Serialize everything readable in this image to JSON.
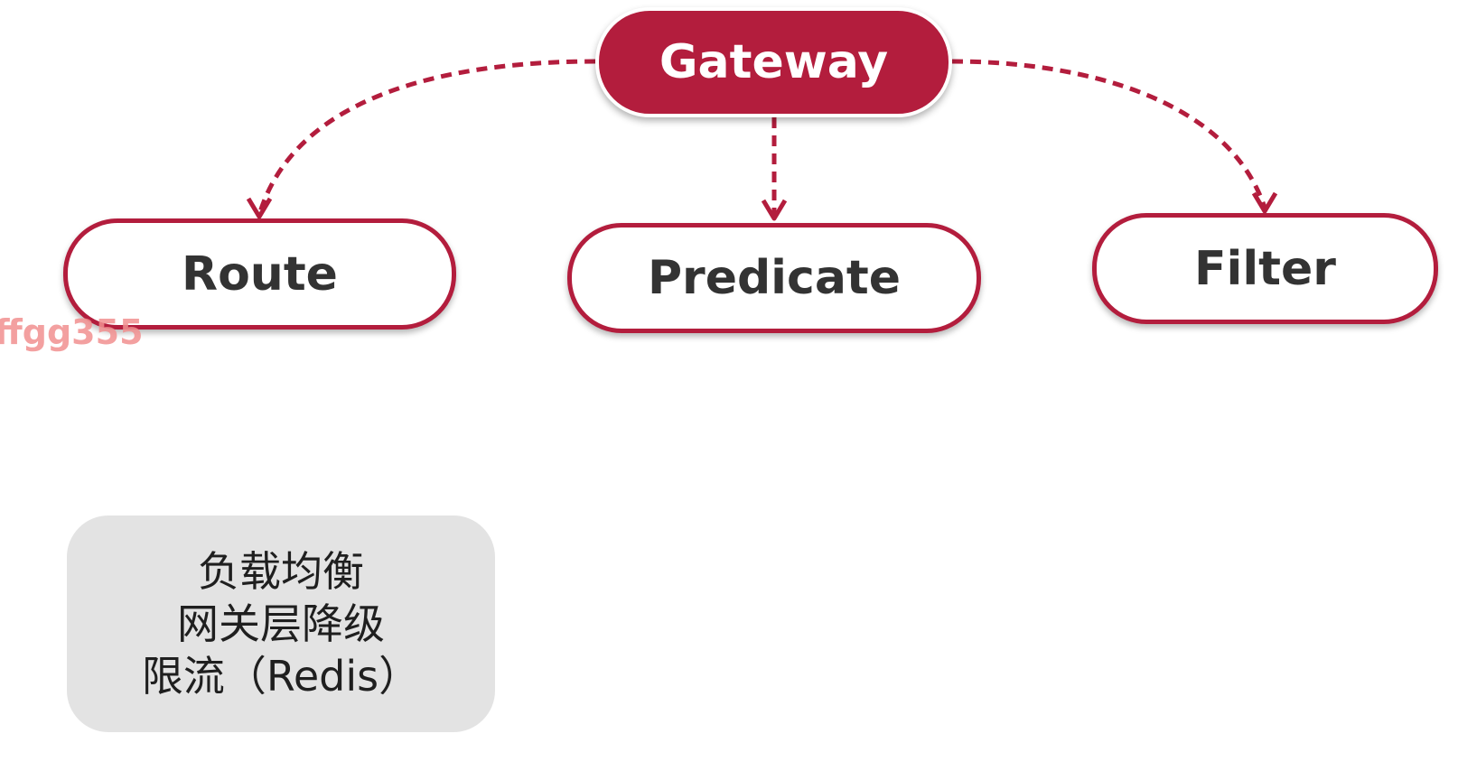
{
  "diagram": {
    "root": {
      "label": "Gateway"
    },
    "children": [
      {
        "label": "Route"
      },
      {
        "label": "Predicate"
      },
      {
        "label": "Filter"
      }
    ],
    "note": {
      "lines": [
        "负载均衡",
        "网关层降级",
        "限流（Redis）"
      ]
    },
    "watermark": "ffgg355",
    "colors": {
      "accent": "#b31d3d",
      "node_text": "#333333",
      "note_background": "#e3e3e3",
      "watermark": "#f29090"
    }
  }
}
